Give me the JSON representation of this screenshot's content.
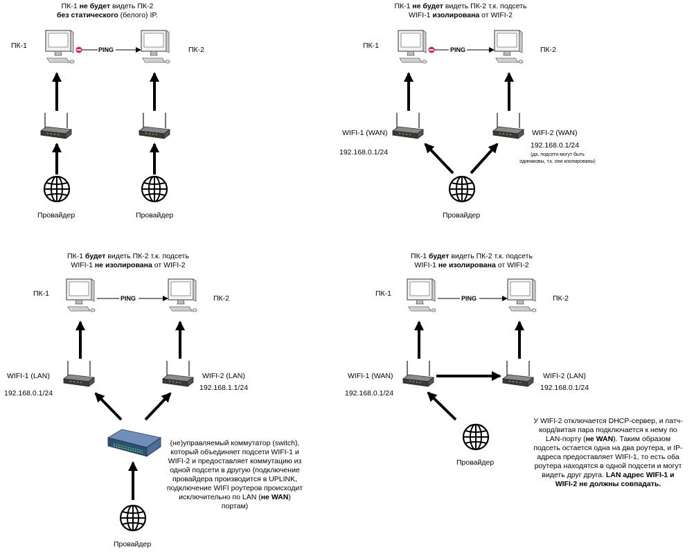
{
  "colors": {
    "line": "#000000",
    "stop": "#e8203a",
    "device": "#333333",
    "switch_blue": "#4b6f98"
  },
  "q1": {
    "title_line1_a": "ПК-1 ",
    "title_line1_b": "не будет",
    "title_line1_c": " видеть ПК-2",
    "title_line2_a": "без статического",
    "title_line2_b": " (белого) IP.",
    "pc1_label": "ПК-1",
    "pc2_label": "ПК-2",
    "ping_label": "PING",
    "provider1": "Провайдер",
    "provider2": "Провайдер"
  },
  "q2": {
    "title_line1_a": "ПК-1 ",
    "title_line1_b": "не будет",
    "title_line1_c": " видеть ПК-2 т.к. подсеть",
    "title_line2_a": "WIFI-1 ",
    "title_line2_b": "изолирована",
    "title_line2_c": " от WIFI-2",
    "pc1_label": "ПК-1",
    "pc2_label": "ПК-2",
    "ping_label": "PING",
    "wifi1_label": "WIFI-1 (WAN)",
    "wifi1_ip": "192.168.0.1/24",
    "wifi2_label": "WIFI-2 (WAN)",
    "wifi2_ip": "192.168.0.1/24",
    "note_line1": "(да, подсети могут быть",
    "note_line2": "одинаковы, т.к. они изолированы)",
    "provider": "Провайдер"
  },
  "q3": {
    "title_line1_a": "ПК-1 ",
    "title_line1_b": "будет",
    "title_line1_c": " видеть ПК-2 т.к. подсеть",
    "title_line2_a": "WIFI-1 ",
    "title_line2_b": "не изолирована",
    "title_line2_c": " от WIFI-2",
    "pc1_label": "ПК-1",
    "pc2_label": "ПК-2",
    "ping_label": "PING",
    "wifi1_label": "WIFI-1 (LAN)",
    "wifi1_ip": "192.168.0.1/24",
    "wifi2_label": "WIFI-2 (LAN)",
    "wifi2_ip": "192.168.1.1/24",
    "switch_text_a": "(не)управляемый коммутатор (switch), который объединяет подсети WIFI-1 и WIFI-2 и предоставляет коммутацию из одной подсети в другую (подключение провайдера производится в UPLINK, подключение WIFI роутеров происходит исключительно по LAN (",
    "switch_text_b": "не WAN",
    "switch_text_c": ") портам)",
    "provider": "Провайдер"
  },
  "q4": {
    "title_line1_a": "ПК-1 ",
    "title_line1_b": "будет",
    "title_line1_c": " видеть ПК-2 т.к. подсеть",
    "title_line2_a": "WIFI-1 ",
    "title_line2_b": "не изолирована",
    "title_line2_c": " от WIFI-2",
    "pc1_label": "ПК-1",
    "pc2_label": "ПК-2",
    "ping_label": "PING",
    "wifi1_label": "WIFI-1 (WAN)",
    "wifi1_ip": "192.168.0.1/24",
    "wifi2_label": "WIFI-2 (LAN)",
    "wifi2_ip": "192.168.0.1/24",
    "provider": "Провайдер",
    "note_a": "У WIFI-2 отключается DHCP-сервер, и патч-корд/витая пара подключается к нему по LAN-порту (",
    "note_b": "не WAN",
    "note_c": "). Таким образом подсеть остается одна на два роутера, и IP-адреса предоставляет WIFI-1, то есть оба роутера находятся в одной подсети и могут видеть друг друга. ",
    "note_d": "LAN адрес WIFI-1 и WIFI-2 не должны совпадать."
  }
}
